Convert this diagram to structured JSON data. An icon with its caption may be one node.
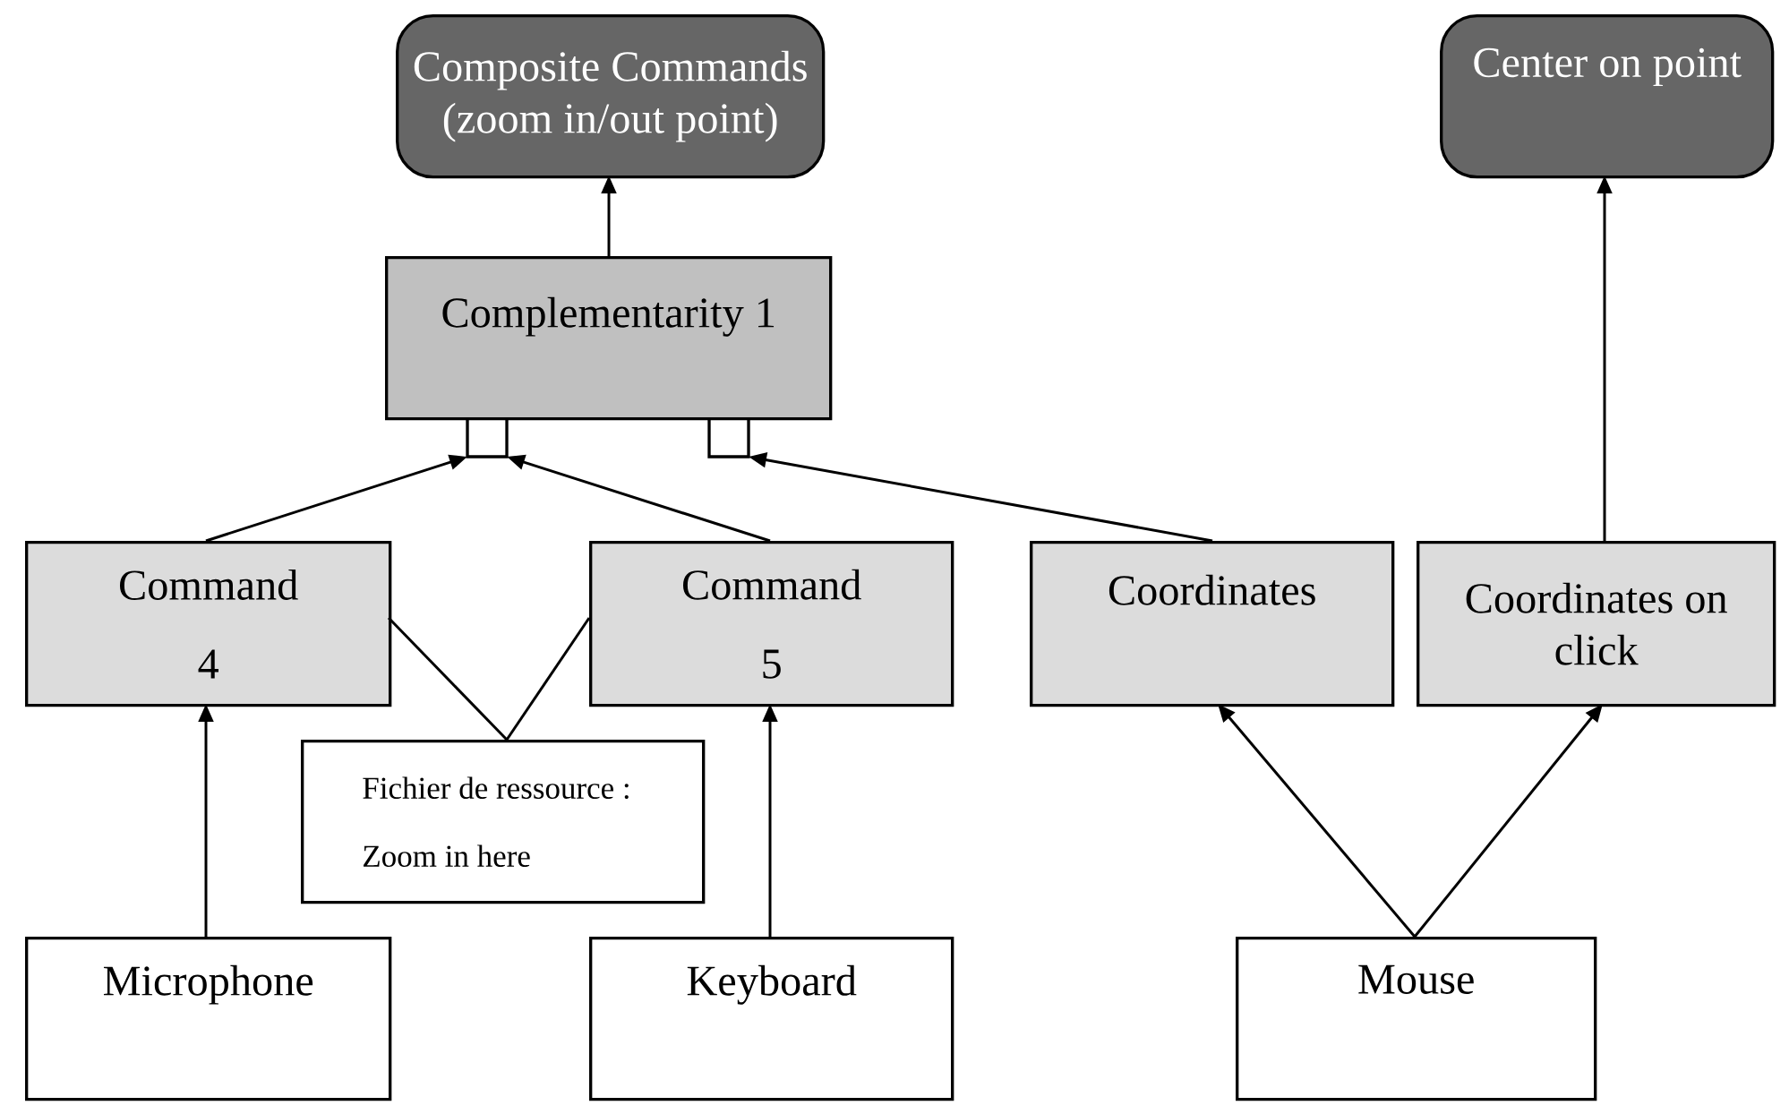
{
  "diagram": {
    "nodes": [
      {
        "text": [
          "Composite Commands (zoom in/out point)"
        ]
      },
      {
        "text": [
          "Center on point"
        ]
      },
      {
        "text": [
          "Complementarity 1"
        ]
      },
      {
        "text": [
          "Command",
          "4"
        ]
      },
      {
        "text": [
          "Command",
          "5"
        ]
      },
      {
        "text": [
          "Coordinates"
        ]
      },
      {
        "text": [
          "Coordinates on click"
        ]
      },
      {
        "text": [
          "Fichier de ressource :",
          "Zoom in here"
        ]
      },
      {
        "text": [
          "Microphone"
        ]
      },
      {
        "text": [
          "Keyboard"
        ]
      },
      {
        "text": [
          "Mouse"
        ]
      }
    ],
    "edges": [
      {
        "from": 2,
        "to": 0,
        "arrow": "to"
      },
      {
        "from": 6,
        "to": 1,
        "arrow": "to"
      },
      {
        "from": 3,
        "to": 2,
        "arrow": "to"
      },
      {
        "from": 4,
        "to": 2,
        "arrow": "to"
      },
      {
        "from": 5,
        "to": 2,
        "arrow": "to"
      },
      {
        "from": 8,
        "to": 3,
        "arrow": "to"
      },
      {
        "from": 9,
        "to": 4,
        "arrow": "to"
      },
      {
        "from": 10,
        "to": 5,
        "arrow": "to"
      },
      {
        "from": 10,
        "to": 6,
        "arrow": "to"
      },
      {
        "from": 7,
        "to": 3,
        "arrow": "none"
      },
      {
        "from": 7,
        "to": 4,
        "arrow": "none"
      }
    ]
  }
}
